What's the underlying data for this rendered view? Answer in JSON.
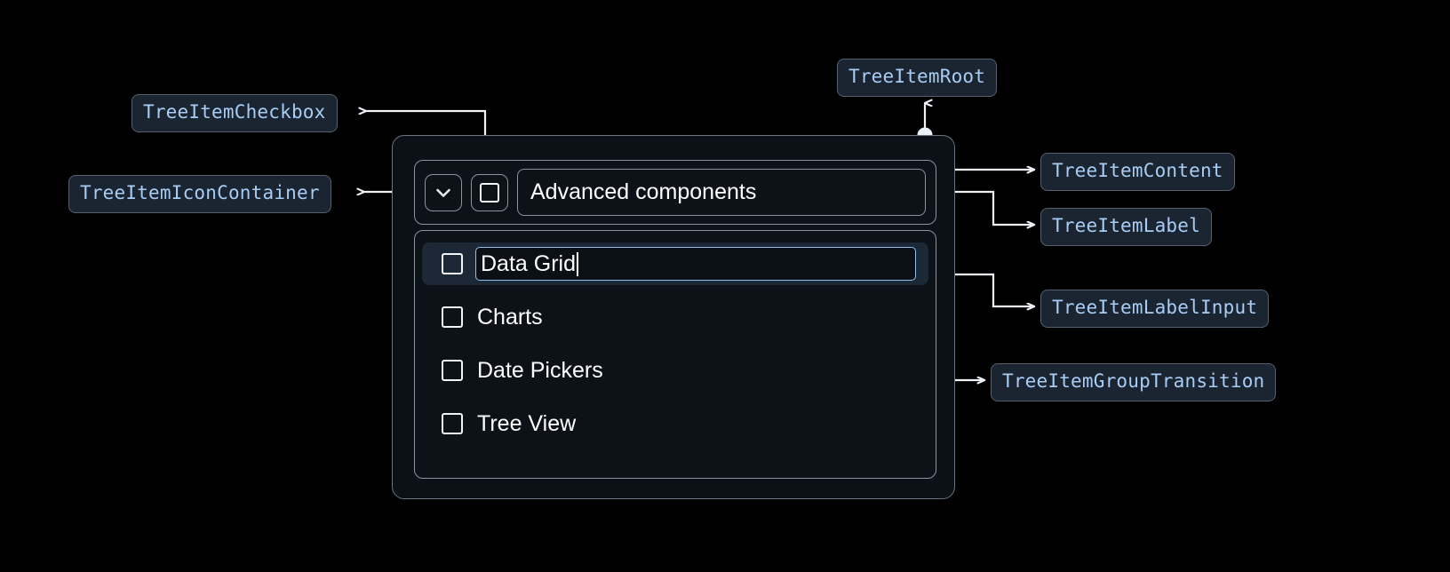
{
  "theme": {
    "background": "#000000",
    "chip_bg": "#1b2431",
    "chip_border": "#55616f",
    "chip_text": "#a8cdf5",
    "panel_bg": "#0c1117",
    "panel_border": "#6b7480",
    "inner_border": "#8b939c",
    "selected_row_bg": "#1d2836",
    "input_border": "#8ec0ef",
    "connector": "#f0f4f8",
    "text": "#ffffff"
  },
  "annotations": [
    {
      "id": "tree-item-checkbox",
      "label": "TreeItemCheckbox"
    },
    {
      "id": "tree-item-icon-container",
      "label": "TreeItemIconContainer"
    },
    {
      "id": "tree-item-root",
      "label": "TreeItemRoot"
    },
    {
      "id": "tree-item-content",
      "label": "TreeItemContent"
    },
    {
      "id": "tree-item-label",
      "label": "TreeItemLabel"
    },
    {
      "id": "tree-item-label-input",
      "label": "TreeItemLabelInput"
    },
    {
      "id": "tree-item-group-transition",
      "label": "TreeItemGroupTransition"
    }
  ],
  "tree": {
    "expand_icon": "chevron-down-icon",
    "root_checkbox_checked": false,
    "root_label": "Advanced components",
    "children": [
      {
        "label": "Data Grid",
        "checked": false,
        "editing": true,
        "selected": true
      },
      {
        "label": "Charts",
        "checked": false,
        "editing": false,
        "selected": false
      },
      {
        "label": "Date Pickers",
        "checked": false,
        "editing": false,
        "selected": false
      },
      {
        "label": "Tree View",
        "checked": false,
        "editing": false,
        "selected": false
      }
    ]
  }
}
